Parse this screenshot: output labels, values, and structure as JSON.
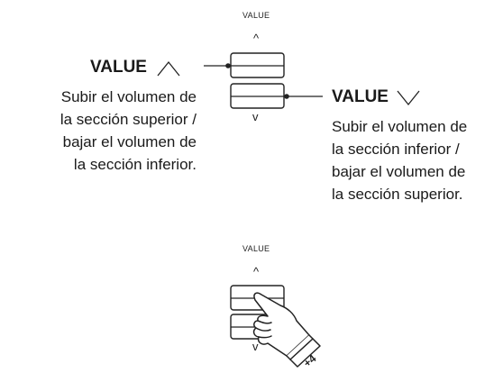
{
  "top_panel": {
    "header": "VALUE",
    "up_symbol": "^",
    "down_symbol": "v"
  },
  "callout_up": {
    "title": "VALUE",
    "desc": [
      "Subir el volumen de",
      "la sección superior /",
      "bajar el volumen de",
      "la sección inferior."
    ]
  },
  "callout_down": {
    "title": "VALUE",
    "desc": [
      "Subir el volumen de",
      "la sección inferior /",
      "bajar el volumen de",
      "la sección superior."
    ]
  },
  "bottom_panel": {
    "header": "VALUE",
    "up_symbol": "^",
    "down_symbol": "v",
    "finger_number": "+4"
  }
}
